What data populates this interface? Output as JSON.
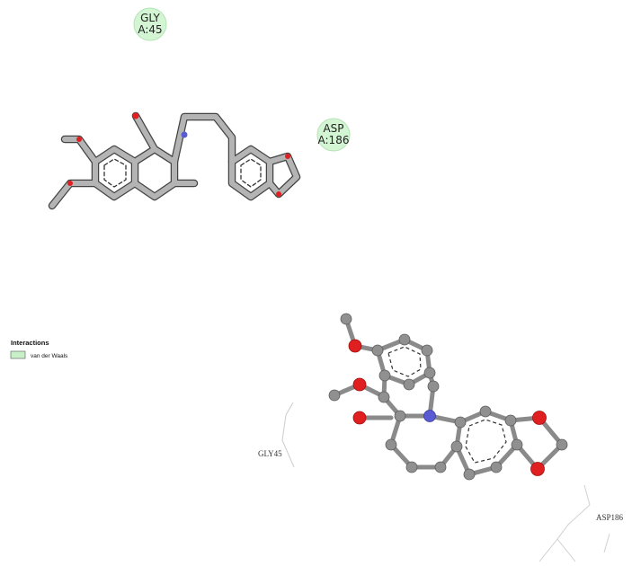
{
  "residues_2d": [
    {
      "line1": "GLY",
      "line2": "A:45"
    },
    {
      "line1": "ASP",
      "line2": "A:186"
    }
  ],
  "legend": {
    "title": "Interactions",
    "items": [
      {
        "label": "van der Waals",
        "color": "#c8f0c8"
      }
    ]
  },
  "labels_3d": {
    "gly": "GLY45",
    "asp": "ASP186"
  },
  "colors": {
    "residue_fill": "#d4f5d4",
    "bond_2d": "#b4b4b4",
    "bond_2d_outline": "#444444",
    "nitrogen": "#5a5ad2",
    "oxygen": "#e02020",
    "carbon": "#909090",
    "carbon_3d_stick": "#8a8a8a"
  }
}
